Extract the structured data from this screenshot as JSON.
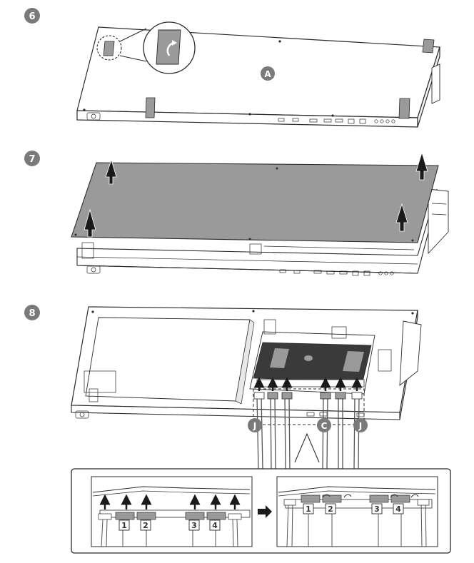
{
  "steps": [
    {
      "number": "6"
    },
    {
      "number": "7"
    },
    {
      "number": "8"
    }
  ],
  "callouts": {
    "a": "A",
    "c": "C",
    "j": "J"
  },
  "connector_numbers": {
    "before": [
      "1",
      "2",
      "3",
      "4"
    ],
    "after": [
      "1",
      "2",
      "3",
      "4"
    ]
  },
  "colors": {
    "badge": "#7a7a7a",
    "panel_gray": "#9a9a9a",
    "line": "#2b2b2b",
    "arrow": "#1a1a1a"
  }
}
